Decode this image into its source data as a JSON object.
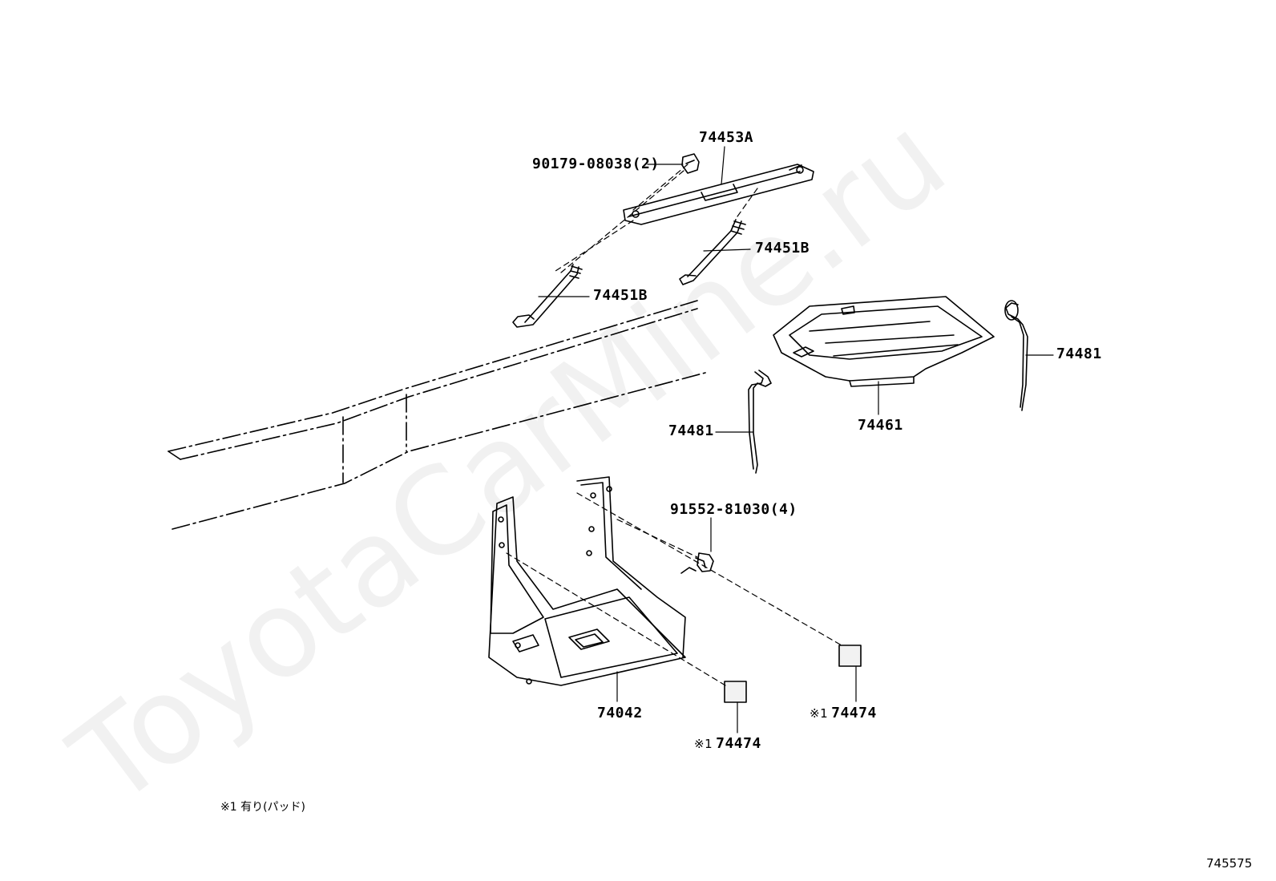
{
  "watermark": "ToyotaCarMine.ru",
  "labels": {
    "p90179": "90179-08038(2)",
    "p74453A": "74453A",
    "p74451B_right": "74451B",
    "p74451B_left": "74451B",
    "p74481_right": "74481",
    "p74461": "74461",
    "p74481_left": "74481",
    "p91552": "91552-81030(4)",
    "p74042": "74042",
    "p74474_right": "74474",
    "p74474_bottom": "74474"
  },
  "marker": "※1",
  "footnote": "※1 有り(パッド)",
  "figure_id": "745575"
}
